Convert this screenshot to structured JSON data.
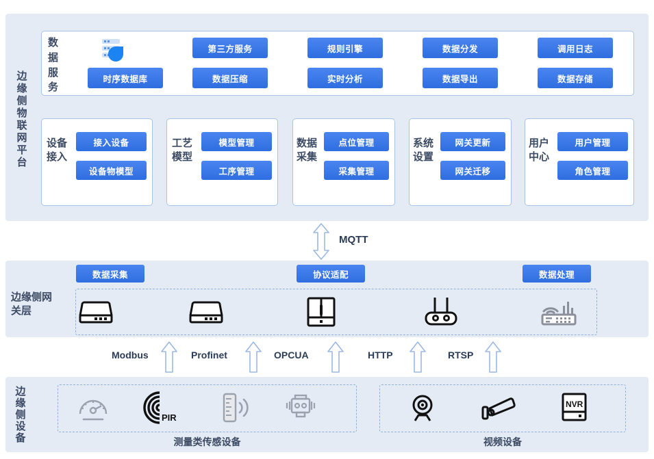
{
  "layers": {
    "platform_label": "边缘侧物联网平台",
    "gateway_label": "边缘侧网关层",
    "device_label": "边缘侧设备"
  },
  "data_service": {
    "title": "数据服务",
    "db_icon": "timeseries-database-icon",
    "buttons": [
      "时序数据库",
      "第三方服务",
      "数据压缩",
      "规则引擎",
      "实时分析",
      "数据分发",
      "数据导出",
      "调用日志",
      "数据存储"
    ],
    "row1": [
      "第三方服务",
      "规则引擎",
      "数据分发",
      "调用日志"
    ],
    "row2": [
      "时序数据库",
      "数据压缩",
      "实时分析",
      "数据导出",
      "数据存储"
    ]
  },
  "modules": [
    {
      "title": "设备\n接入",
      "items": [
        "接入设备",
        "设备物模型"
      ]
    },
    {
      "title": "工艺\n模型",
      "items": [
        "模型管理",
        "工序管理"
      ]
    },
    {
      "title": "数据\n采集",
      "items": [
        "点位管理",
        "采集管理"
      ]
    },
    {
      "title": "系统\n设置",
      "items": [
        "网关更新",
        "网关迁移"
      ]
    },
    {
      "title": "用户\n中心",
      "items": [
        "用户管理",
        "角色管理"
      ]
    }
  ],
  "mqtt": {
    "label": "MQTT",
    "arrow": "double-headed-vertical-arrow"
  },
  "gateway": {
    "buttons": [
      "数据采集",
      "协议适配",
      "数据处理"
    ],
    "icons": [
      "gateway-device-icon",
      "gateway-device-icon",
      "industrial-gateway-icon",
      "antenna-gateway-icon",
      "wireless-router-icon"
    ]
  },
  "protocols": [
    "Modbus",
    "Profinet",
    "OPCUA",
    "HTTP",
    "RTSP"
  ],
  "devices": {
    "sensor_group_caption": "测量类传感设备",
    "video_group_caption": "视频设备",
    "sensor_icons": [
      "gauge-sensor-icon",
      "pir-sensor-icon",
      "ultrasonic-level-sensor-icon",
      "multi-sensor-module-icon"
    ],
    "pir_label": "PIR",
    "video_icons": [
      "webcam-icon",
      "cctv-camera-icon",
      "nvr-icon"
    ],
    "nvr_label": "NVR"
  },
  "colors": {
    "band": "#e4ebf5",
    "button_from": "#4a85f0",
    "button_to": "#2f6ee0",
    "card_border": "#a8c3ea",
    "dashed_border": "#8fb0dc",
    "text": "#2b3a55"
  }
}
